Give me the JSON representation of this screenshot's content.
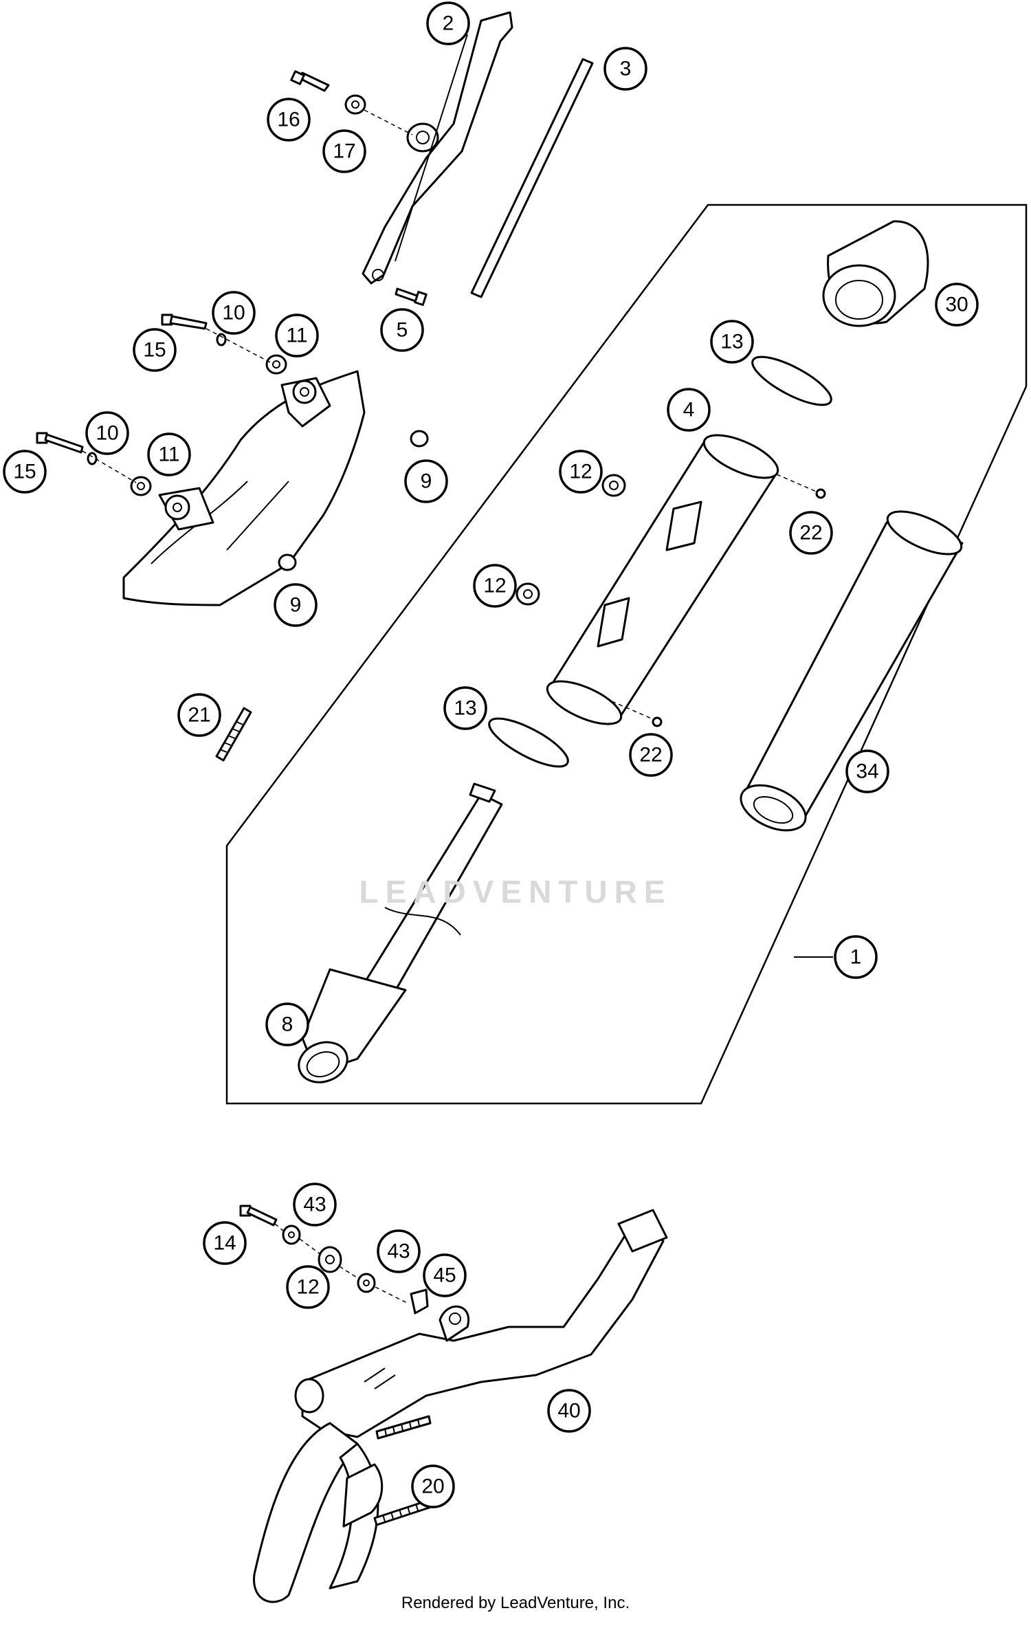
{
  "diagram": {
    "watermark": "LEADVENTURE",
    "footer": "Rendered by LeadVenture, Inc.",
    "callouts": [
      {
        "id": "c1",
        "label": "1"
      },
      {
        "id": "c2",
        "label": "2"
      },
      {
        "id": "c3",
        "label": "3"
      },
      {
        "id": "c4",
        "label": "4"
      },
      {
        "id": "c5",
        "label": "5"
      },
      {
        "id": "c8",
        "label": "8"
      },
      {
        "id": "c9a",
        "label": "9"
      },
      {
        "id": "c9b",
        "label": "9"
      },
      {
        "id": "c10a",
        "label": "10"
      },
      {
        "id": "c10b",
        "label": "10"
      },
      {
        "id": "c11a",
        "label": "11"
      },
      {
        "id": "c11b",
        "label": "11"
      },
      {
        "id": "c12a",
        "label": "12"
      },
      {
        "id": "c12b",
        "label": "12"
      },
      {
        "id": "c12c",
        "label": "12"
      },
      {
        "id": "c13a",
        "label": "13"
      },
      {
        "id": "c13b",
        "label": "13"
      },
      {
        "id": "c14",
        "label": "14"
      },
      {
        "id": "c15a",
        "label": "15"
      },
      {
        "id": "c15b",
        "label": "15"
      },
      {
        "id": "c16",
        "label": "16"
      },
      {
        "id": "c17",
        "label": "17"
      },
      {
        "id": "c20",
        "label": "20"
      },
      {
        "id": "c21",
        "label": "21"
      },
      {
        "id": "c22a",
        "label": "22"
      },
      {
        "id": "c22b",
        "label": "22"
      },
      {
        "id": "c30",
        "label": "30"
      },
      {
        "id": "c34",
        "label": "34"
      },
      {
        "id": "c40",
        "label": "40"
      },
      {
        "id": "c43a",
        "label": "43"
      },
      {
        "id": "c43b",
        "label": "43"
      },
      {
        "id": "c45",
        "label": "45"
      }
    ]
  }
}
